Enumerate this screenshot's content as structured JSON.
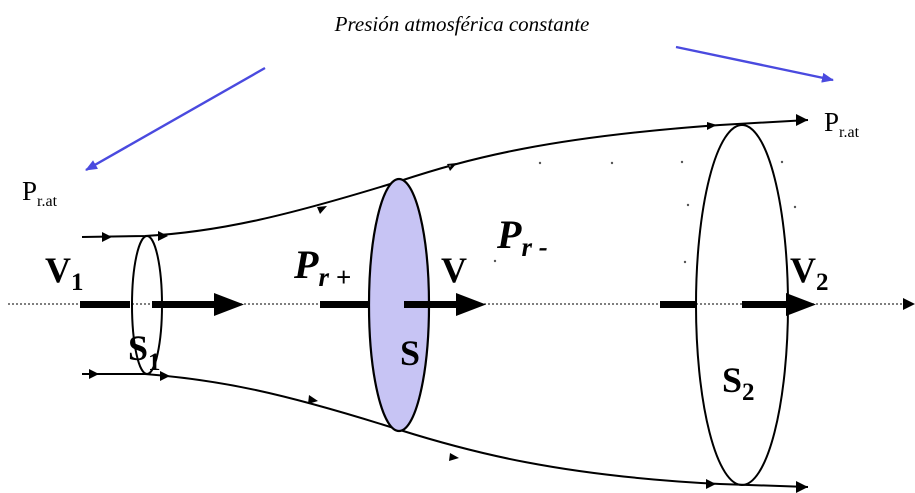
{
  "title": "Presión atmosférica constante",
  "labels": {
    "p_left": {
      "main": "P",
      "sub": "r.at"
    },
    "p_right": {
      "main": "P",
      "sub": "r.at"
    },
    "v1": {
      "main": "V",
      "sub": "1"
    },
    "v": {
      "main": "V"
    },
    "v2": {
      "main": "V",
      "sub": "2"
    },
    "s1": {
      "main": "S",
      "sub": "1"
    },
    "s": {
      "main": "S"
    },
    "s2": {
      "main": "S",
      "sub": "2"
    },
    "pr_plus": {
      "main": "P",
      "sub": "r +"
    },
    "pr_minus": {
      "main": "P",
      "sub": "r -"
    }
  },
  "colors": {
    "pointer_arrows": "#4a4adf",
    "middle_section_fill": "#c7c4f4",
    "lines": "#000000"
  }
}
